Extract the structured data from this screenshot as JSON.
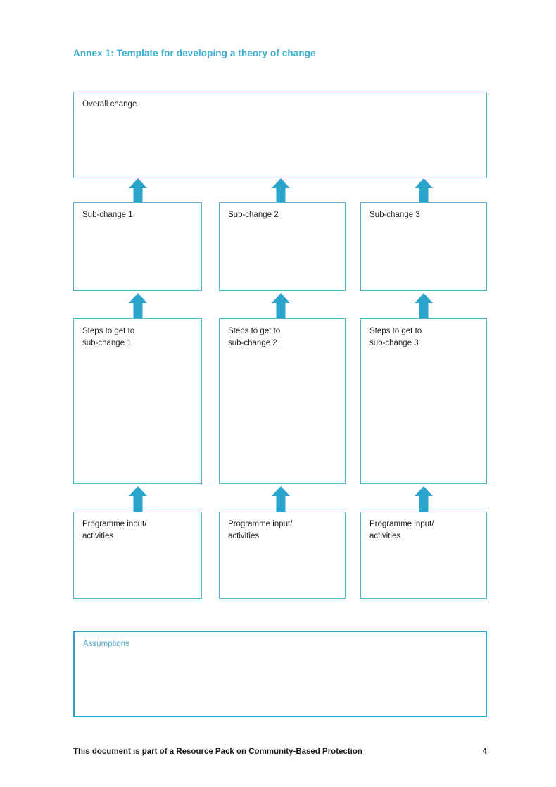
{
  "document": {
    "title": "Annex 1: Template for developing a theory of change",
    "page_number": "4"
  },
  "colors": {
    "accent_title": "#3aafd0",
    "box_border": "#56b4d3",
    "arrow_fill": "#2ba4cb",
    "assumptions_border": "#2ba4cb",
    "assumptions_label": "#4fa8c8",
    "text": "#231f20"
  },
  "diagram": {
    "overall": {
      "label": "Overall change"
    },
    "sub_changes": [
      {
        "label": "Sub-change 1"
      },
      {
        "label": "Sub-change 2"
      },
      {
        "label": "Sub-change 3"
      }
    ],
    "steps": [
      {
        "label": "Steps to get to\nsub-change 1"
      },
      {
        "label": "Steps to get to\nsub-change 2"
      },
      {
        "label": "Steps to get to\nsub-change 3"
      }
    ],
    "inputs": [
      {
        "label": "Programme input/\nactivities"
      },
      {
        "label": "Programme input/\nactivities"
      },
      {
        "label": "Programme input/\nactivities"
      }
    ],
    "assumptions": {
      "label": "Assumptions"
    },
    "arrows": {
      "icon_name": "arrow-up-icon",
      "count": 9
    }
  },
  "footer": {
    "lead_text": "This document is part of a ",
    "link_text": "Resource Pack on Community-Based Protection",
    "page_label": "4"
  }
}
